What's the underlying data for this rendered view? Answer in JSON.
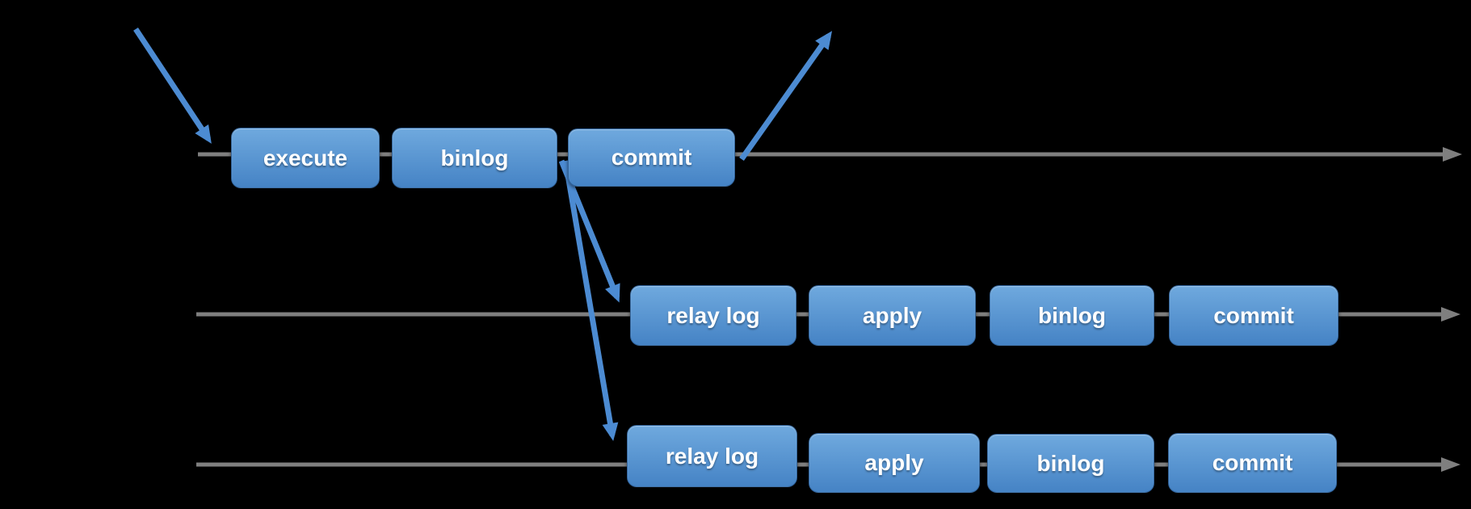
{
  "colors": {
    "background": "#000000",
    "box_gradient_top": "#6fa9de",
    "box_gradient_bottom": "#4583c5",
    "timeline_gray": "#7f7f7f",
    "arrow_blue": "#4c8bd2",
    "label_text": "#ffffff"
  },
  "diagram": {
    "lanes": [
      {
        "id": "lane-1",
        "boxes": [
          {
            "label": "execute"
          },
          {
            "label": "binlog"
          },
          {
            "label": "commit"
          }
        ]
      },
      {
        "id": "lane-2",
        "boxes": [
          {
            "label": "relay log"
          },
          {
            "label": "apply"
          },
          {
            "label": "binlog"
          },
          {
            "label": "commit"
          }
        ]
      },
      {
        "id": "lane-3",
        "boxes": [
          {
            "label": "relay log"
          },
          {
            "label": "apply"
          },
          {
            "label": "binlog"
          },
          {
            "label": "commit"
          }
        ]
      }
    ],
    "arrows": [
      {
        "id": "incoming-arrow"
      },
      {
        "id": "outgoing-arrow"
      },
      {
        "id": "fanout-arrow-to-lane2"
      },
      {
        "id": "fanout-arrow-to-lane3"
      }
    ]
  }
}
